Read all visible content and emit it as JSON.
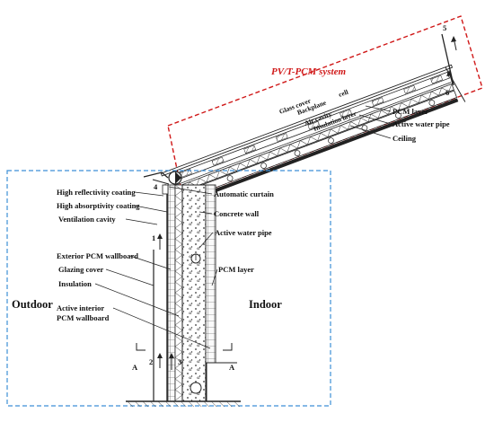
{
  "system_title": "PV/T-PCM system",
  "roof_labels": {
    "glass_cover": "Glass cover",
    "backplane": "Backplane",
    "cell": "cell",
    "air_cavity": "Air cavity",
    "insulation_layer": "Insulation layer",
    "pcm_layer": "PCM layer",
    "active_water_pipe": "Active water pipe",
    "ceiling": "Ceiling"
  },
  "wall_labels_left": {
    "high_reflectivity": "High reflectivity coating",
    "high_absorptivity": "High absorptivity coating",
    "ventilation_cavity": "Ventilation cavity",
    "exterior_pcm": "Exterior PCM wallboard",
    "glazing_cover": "Glazing cover",
    "insulation": "Insulation",
    "active_interior_1": "Active   interior",
    "active_interior_2": "PCM wallboard"
  },
  "wall_labels_right": {
    "automatic_curtain": "Automatic curtain",
    "concrete_wall": "Concrete wall",
    "active_water_pipe": "Active water pipe",
    "pcm_layer": "PCM layer"
  },
  "zones": {
    "outdoor": "Outdoor",
    "indoor": "Indoor"
  },
  "markers": {
    "n1": "1",
    "n2": "2",
    "n3": "3",
    "n4": "4",
    "n5": "5",
    "n6": "6",
    "section_a": "A"
  },
  "colors": {
    "system_box": "#d01818",
    "wall_box": "#3d8fd6",
    "line": "#222222"
  }
}
